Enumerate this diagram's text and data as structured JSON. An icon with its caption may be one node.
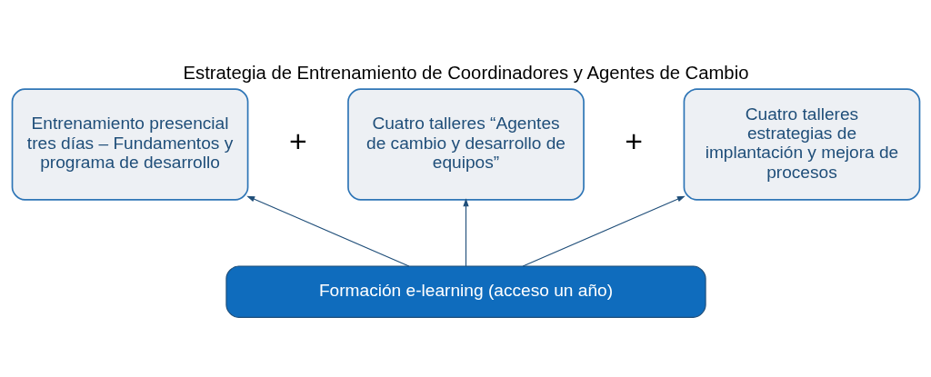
{
  "diagram": {
    "title": "Estrategia de Entrenamiento de Coordinadores y Agentes de Cambio",
    "nodes": [
      {
        "text": [
          "Entrenamiento presencial tres días – Fundamentos y programa de desarrollo"
        ]
      },
      {
        "text": [
          "Cuatro talleres “Agentes de cambio y desarrollo de equipos”"
        ]
      },
      {
        "text": [
          "Cuatro talleres estrategias de implantación y mejora de procesos"
        ]
      },
      {
        "text": [
          "Formación e-learning (acceso un año)"
        ]
      }
    ],
    "edges": [
      {
        "from": 3,
        "to": 0,
        "arrow": "to"
      },
      {
        "from": 3,
        "to": 1,
        "arrow": "to"
      },
      {
        "from": 3,
        "to": 2,
        "arrow": "to"
      }
    ],
    "labels": [
      "+",
      "+"
    ]
  }
}
